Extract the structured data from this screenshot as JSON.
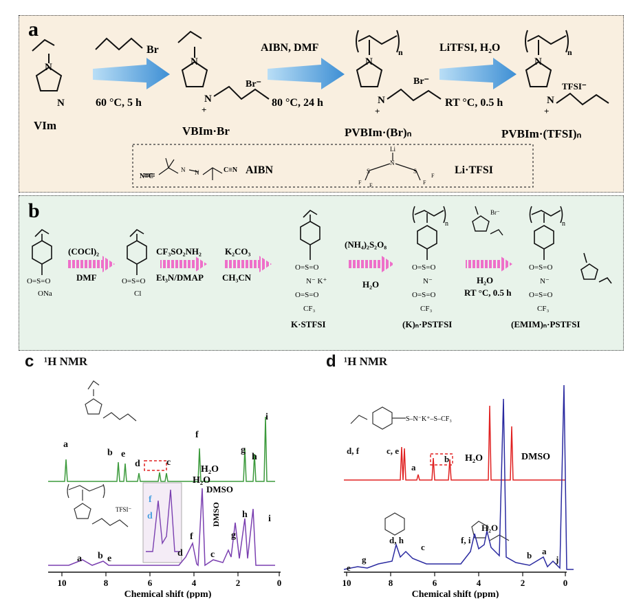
{
  "panel_a": {
    "label": "a",
    "step1": {
      "reagent": "Br",
      "condition": "60 °C, 5 h"
    },
    "step2": {
      "reagent": "AIBN, DMF",
      "condition": "80 °C, 24 h"
    },
    "step3": {
      "reagent": "LiTFSI, H₂O",
      "condition": "RT °C, 0.5 h"
    },
    "compounds": [
      "VIm",
      "VBIm·Br",
      "PVBIm·(Br)ₙ",
      "PVBIm·(TFSI)ₙ"
    ],
    "counter_ions": [
      "Br⁻",
      "Br⁻",
      "TFSI⁻"
    ],
    "inset": {
      "aibn": "AIBN",
      "litfsi": "Li·TFSI"
    }
  },
  "panel_b": {
    "label": "b",
    "step1": {
      "top": "(COCl)₂",
      "bottom": "DMF"
    },
    "step2": {
      "top": "CF₃SO₂NH₂",
      "bottom": "Et₃N/DMAP"
    },
    "step3": {
      "top": "K₂CO₃",
      "bottom": "CH₃CN"
    },
    "step4": {
      "top": "(NH₄)₂S₂O₈",
      "bottom": "H₂O"
    },
    "step5": {
      "top": "H₂O",
      "bottom": "RT °C, 0.5 h"
    },
    "compounds": [
      "K·STFSI",
      "(K)ₙ·PSTFSI",
      "(EMIM)ₙ·PSTFSI"
    ]
  },
  "panel_c": {
    "label": "c",
    "title": "¹H NMR",
    "xlabel": "Chemical shift (ppm)",
    "ticks": [
      "10",
      "8",
      "6",
      "4",
      "2",
      "0"
    ],
    "solvent_labels": {
      "h2o": "H₂O",
      "dmso": "DMSO"
    }
  },
  "panel_d": {
    "label": "d",
    "title": "¹H NMR",
    "xlabel": "Chemical shift (ppm)",
    "ticks": [
      "10",
      "8",
      "6",
      "4",
      "2",
      "0"
    ],
    "solvent_labels": {
      "h2o": "H₂O",
      "dmso": "DMSO"
    }
  },
  "colors": {
    "panel_a_bg": "#f9efe0",
    "panel_b_bg": "#e8f3ea",
    "blue_arrow": "#4a9bd8",
    "pink_arrow": "#ee6fc9",
    "green_trace": "#3c9a3c",
    "purple_trace": "#7a3fb0",
    "red_trace": "#e02020",
    "navy_trace": "#2a2aa0"
  }
}
